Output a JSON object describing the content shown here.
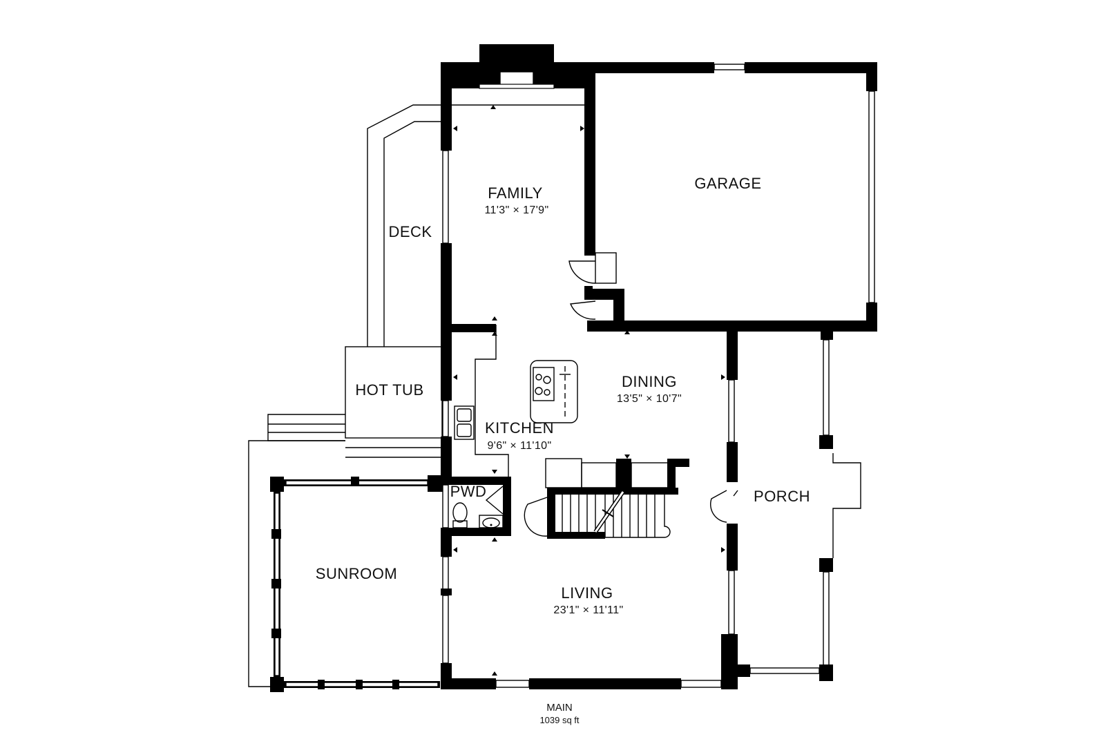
{
  "plan": {
    "level_name": "MAIN",
    "area": "1039 sq ft"
  },
  "rooms": {
    "family": {
      "name": "FAMILY",
      "dims": "11'3\" × 17'9\""
    },
    "garage": {
      "name": "GARAGE"
    },
    "deck": {
      "name": "DECK"
    },
    "hot_tub": {
      "name": "HOT TUB"
    },
    "dining": {
      "name": "DINING",
      "dims": "13'5\" × 10'7\""
    },
    "kitchen": {
      "name": "KITCHEN",
      "dims": "9'6\" × 11'10\""
    },
    "pwd": {
      "name": "PWD"
    },
    "porch": {
      "name": "PORCH"
    },
    "sunroom": {
      "name": "SUNROOM"
    },
    "living": {
      "name": "LIVING",
      "dims": "23'1\" × 11'11\""
    }
  }
}
